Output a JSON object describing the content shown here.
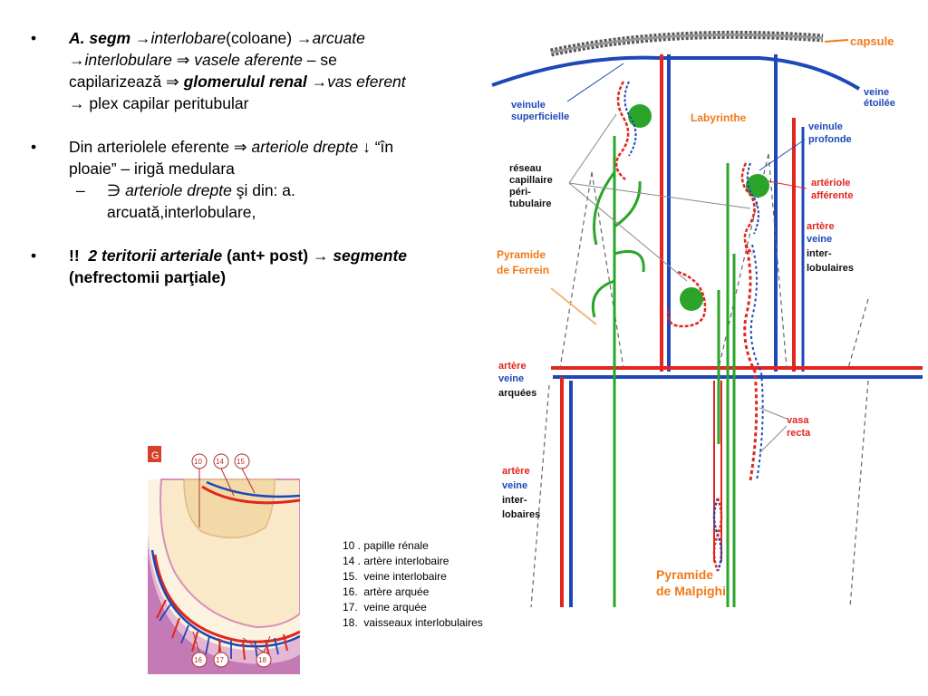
{
  "text": {
    "b1_seg1": "A. segm",
    "b1_seg2": "→",
    "b1_seg3": "interlobare",
    "b1_seg4": "(coloane)",
    "b1_seg5": "→",
    "b1_seg6": "arcuate",
    "b1_seg7": "→",
    "b1_seg8": "interlobulare",
    "b1_seg9": "⇒",
    "b1_seg10": "vasele aferente",
    "b1_seg11": "– se capilarizează",
    "b1_seg12": "⇒",
    "b1_seg13": "glomerulul renal",
    "b1_seg14": "→",
    "b1_seg15": "vas eferent",
    "b1_seg16": "→",
    "b1_seg17": "plex capilar peritubular",
    "b2_seg1": "Din arteriolele eferente",
    "b2_seg2": "⇒",
    "b2_seg3": "arteriole drepte",
    "b2_seg4": "↓",
    "b2_seg5": "“în ploaie” – irigă medulara",
    "sub_seg1": "∋",
    "sub_seg2": "arteriole drepte",
    "sub_seg3": "şi din: a. arcuată,interlobulare,",
    "b3_seg1": "!!",
    "b3_seg2": "2 teritorii arteriale",
    "b3_seg3": "(ant+ post)",
    "b3_seg4": "→",
    "b3_seg5": "segmente",
    "b3_seg6": "(nefrectomii parţiale)",
    "bullet_glyph": "•",
    "dash_glyph": "–"
  },
  "legend": [
    {
      "num": "10 .",
      "label": "papille rénale"
    },
    {
      "num": "14 .",
      "label": "artère interlobaire"
    },
    {
      "num": "15.",
      "label": "veine interlobaire"
    },
    {
      "num": "16.",
      "label": "artère arquée"
    },
    {
      "num": "17.",
      "label": "veine arquée"
    },
    {
      "num": "18.",
      "label": "vaisseaux interlobulaires"
    }
  ],
  "figure_left": {
    "tag": "G",
    "callouts": [
      "10",
      "14",
      "15",
      "16",
      "17",
      "18"
    ]
  },
  "figure_right": {
    "labels": {
      "capsule": "capsule",
      "veine_etoilee_1": "veine",
      "veine_etoilee_2": "étoilée",
      "veinule_sup_1": "veinule",
      "veinule_sup_2": "superficielle",
      "labyrinthe": "Labyrinthe",
      "veinule_prof_1": "veinule",
      "veinule_prof_2": "profonde",
      "reseau_1": "réseau",
      "reseau_2": "capillaire",
      "reseau_3": "péri-",
      "reseau_4": "tubulaire",
      "arteriole_1": "artériole",
      "arteriole_2": "afférente",
      "pyr_ferrein_1": "Pyramide",
      "pyr_ferrein_2": "de Ferrein",
      "artere_il_1": "artère",
      "artere_il_2": "veine",
      "artere_il_3": "inter-",
      "artere_il_4": "lobulaires",
      "arquees_1": "artère",
      "arquees_2": "veine",
      "arquees_3": "arquées",
      "vasa_1": "vasa",
      "vasa_2": "recta",
      "interlob_1": "artère",
      "interlob_2": "veine",
      "interlob_3": "inter-",
      "interlob_4": "lobaires",
      "pyr_malpighi_1": "Pyramide",
      "pyr_malpighi_2": "de Malpighi"
    },
    "colors": {
      "artery": "#e0261f",
      "vein": "#1e48b8",
      "capillary": "#2aa52a",
      "accent": "#f07a1a"
    }
  }
}
